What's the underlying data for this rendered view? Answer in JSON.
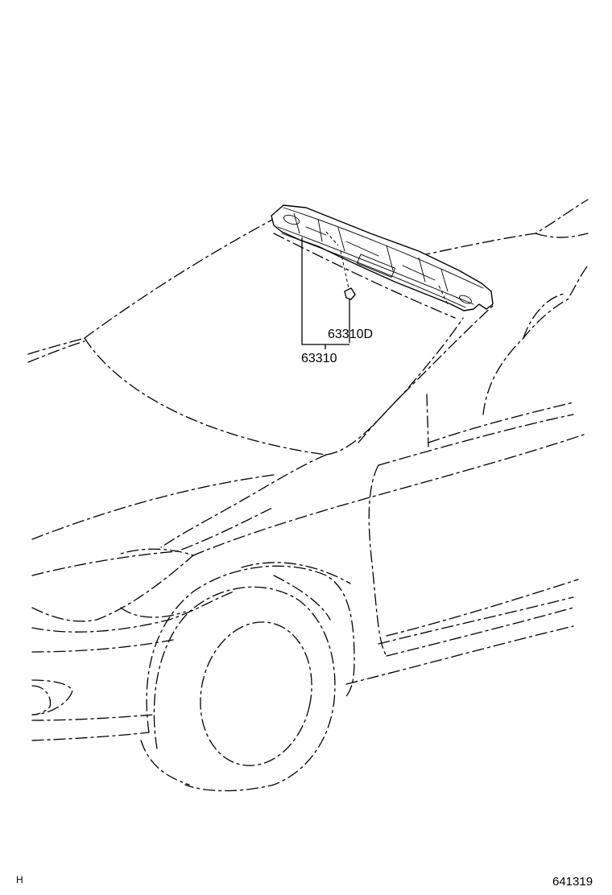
{
  "labels": {
    "part_clip": "63310D",
    "part_assembly": "63310"
  },
  "footer": {
    "corner_mark": "H",
    "diagram_number": "641319"
  }
}
